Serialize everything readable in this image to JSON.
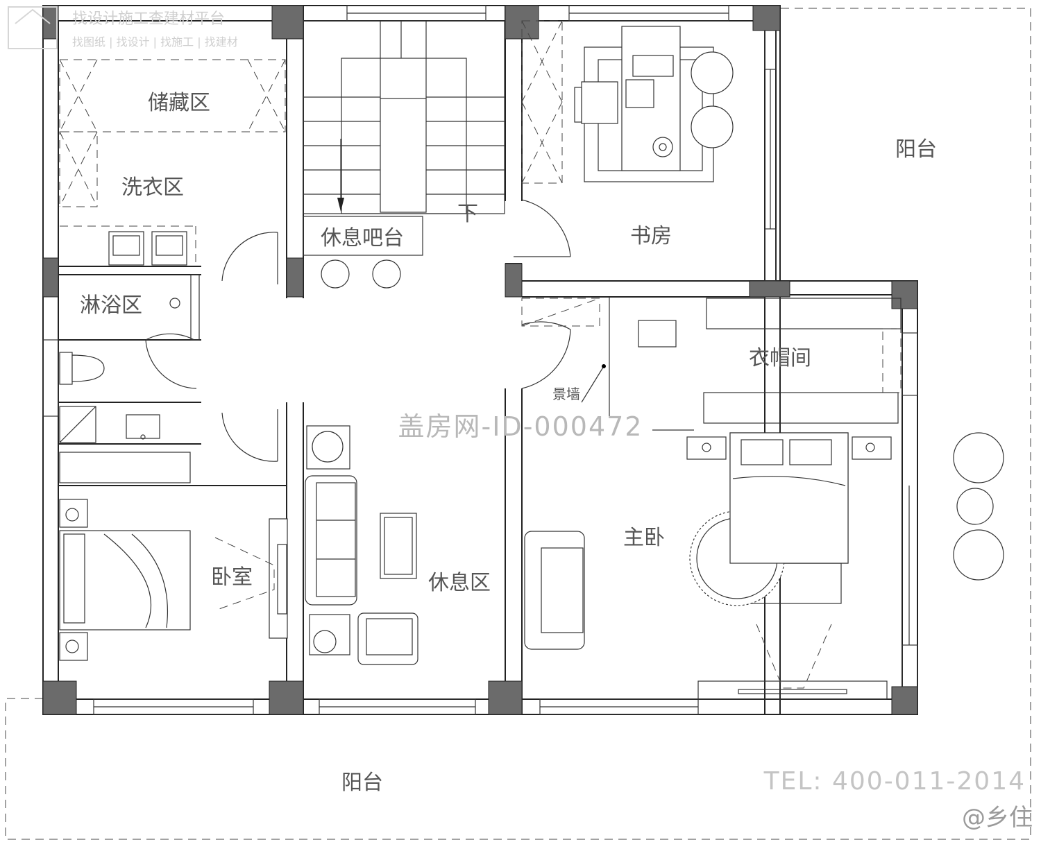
{
  "watermark": {
    "logo_title": "找设计施工查建材平台",
    "logo_subtitle": "找图纸 | 找设计 | 找施工 | 找建材",
    "center_id": "盖房网-ID-000472",
    "tel": "TEL: 400-011-2014",
    "credit": "@乡住"
  },
  "rooms": {
    "storage": "储藏区",
    "laundry": "洗衣区",
    "shower": "淋浴区",
    "bedroom": "卧室",
    "bar": "休息吧台",
    "stair_down": "下",
    "study": "书房",
    "balcony_right": "阳台",
    "wardrobe": "衣帽间",
    "feature_wall": "景墙",
    "master_bedroom": "主卧",
    "lounge": "休息区",
    "balcony_bottom": "阳台"
  }
}
